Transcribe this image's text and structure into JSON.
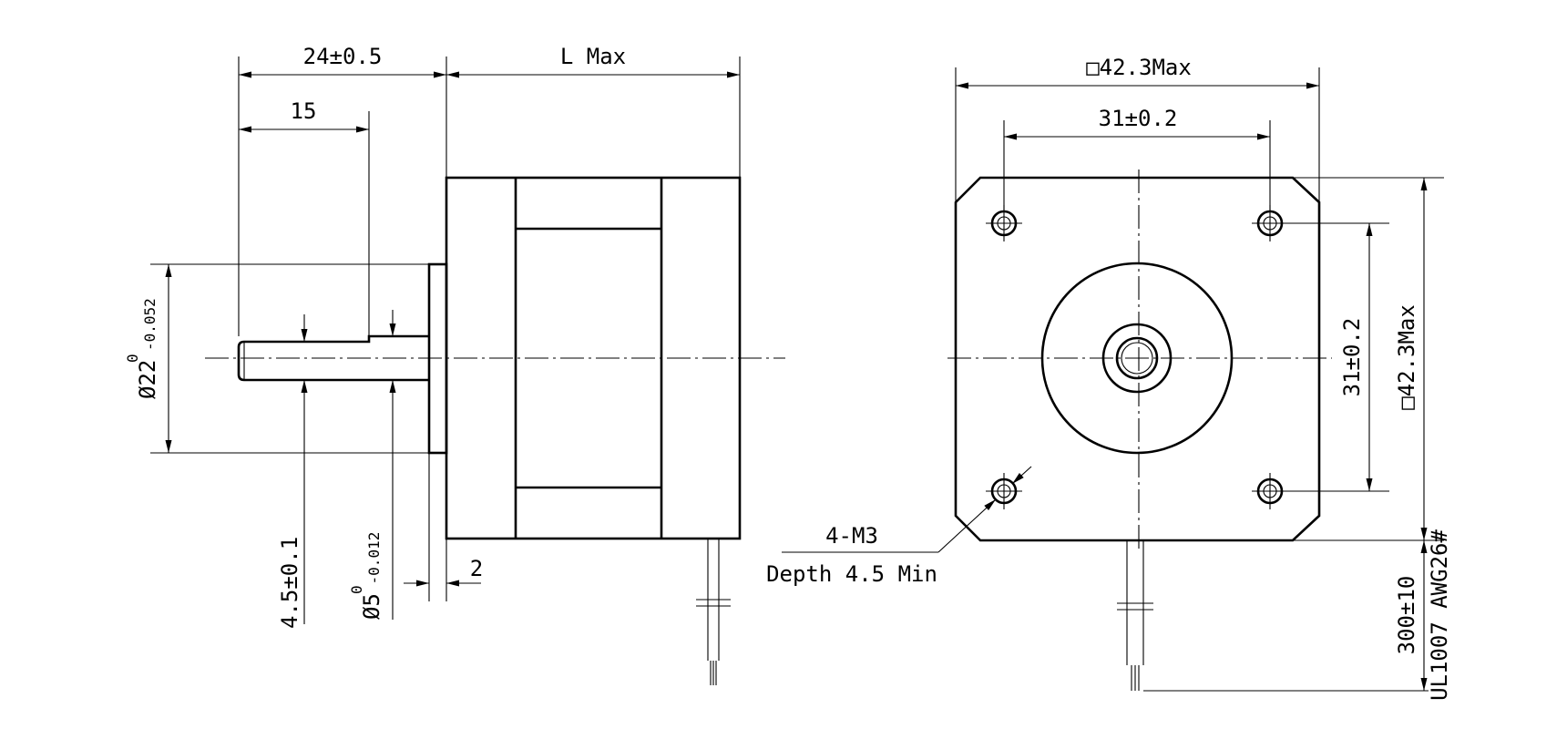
{
  "side_view": {
    "shaft_total_length": "24±0.5",
    "flat_length": "15",
    "body_length": "L Max",
    "boss_diameter_prefix": "Ø22",
    "boss_diameter_upper": "0",
    "boss_diameter_lower": "-0.052",
    "flat_depth": "4.5±0.1",
    "shaft_diameter_prefix": "Ø5",
    "shaft_diameter_upper": "0",
    "shaft_diameter_lower": "-0.012",
    "boss_height": "2"
  },
  "front_view": {
    "flange_width": "□42.3Max",
    "hole_spacing_h": "31±0.2",
    "hole_spacing_v": "31±0.2",
    "flange_height": "□42.3Max",
    "mount_holes": "4-M3",
    "hole_depth": "Depth 4.5 Min",
    "lead_length": "300±10",
    "lead_wire_spec": "UL1007 AWG26#"
  }
}
